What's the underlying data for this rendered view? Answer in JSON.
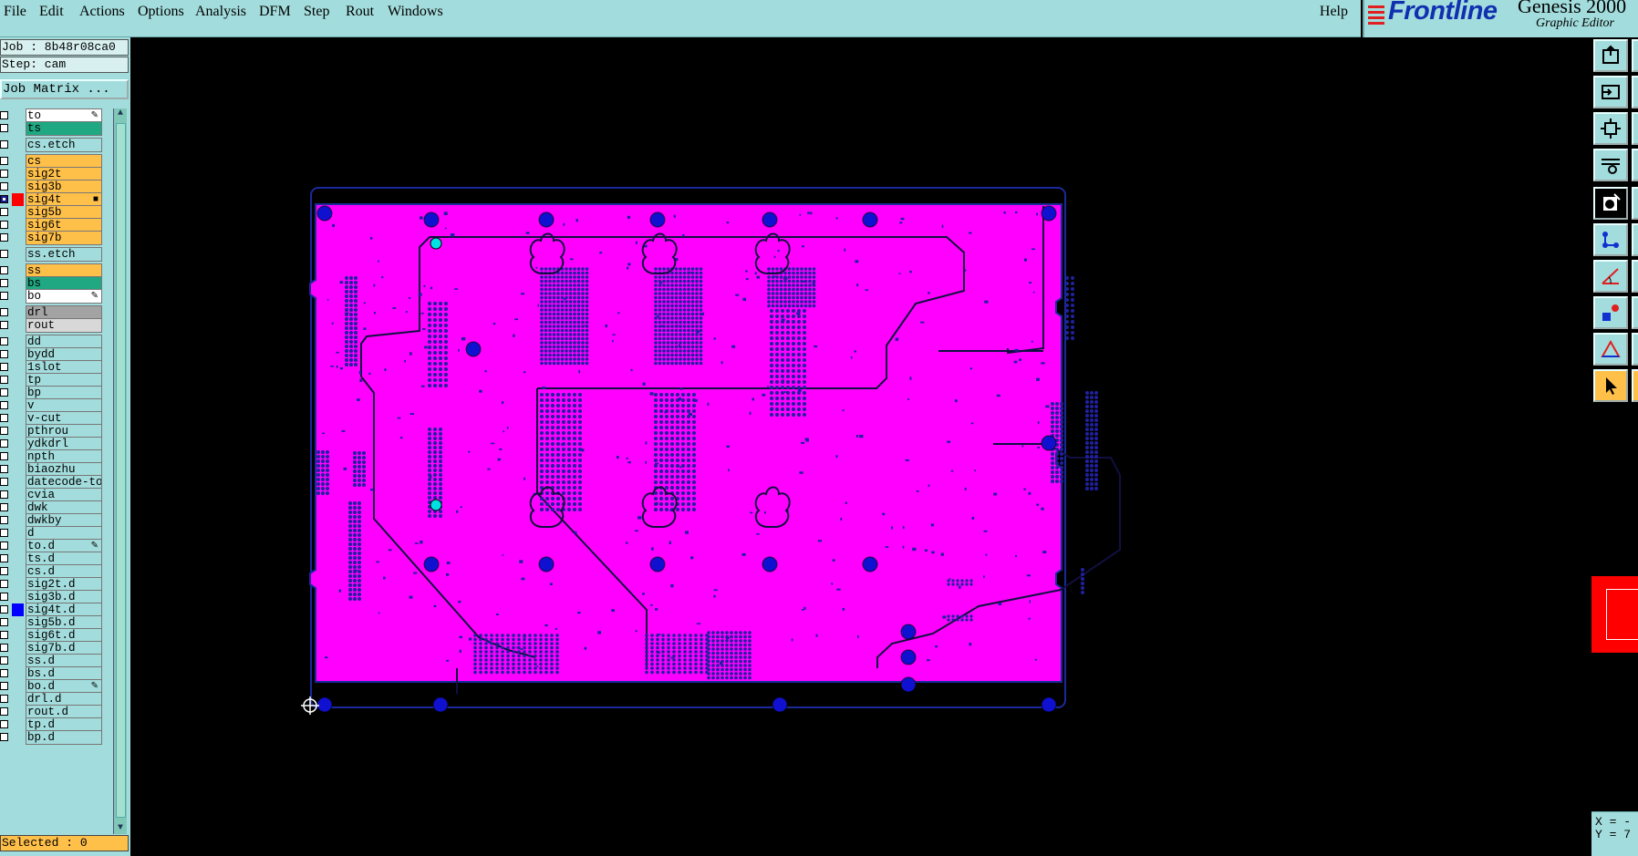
{
  "menu": {
    "items": [
      "File",
      "Edit",
      "Actions",
      "Options",
      "Analysis",
      "DFM",
      "Step",
      "Rout",
      "Windows"
    ],
    "help": "Help"
  },
  "brand": {
    "logo": "Frontline",
    "product": "Genesis 2000",
    "subtitle": "Graphic Editor"
  },
  "job": {
    "job_line": "Job : 8b48r08ca0",
    "step_line": "Step: cam",
    "matrix_button": "Job Matrix ..."
  },
  "colors": {
    "board": "#ff00ff",
    "menubar": "#a3dcdc",
    "orange": "#ffc04a",
    "teal": "#1fa882",
    "cyan": "#a3dcdc",
    "gray": "#a3a3a3",
    "white": "#ffffff",
    "pad": "#1010d0"
  },
  "layers": [
    {
      "name": "to",
      "color": "white",
      "mark": "pen"
    },
    {
      "name": "ts",
      "color": "teal",
      "mark": ""
    },
    {
      "name": "cs.etch",
      "color": "cyan",
      "mark": ""
    },
    {
      "name": "cs",
      "color": "orange",
      "mark": ""
    },
    {
      "name": "sig2t",
      "color": "orange",
      "mark": ""
    },
    {
      "name": "sig3b",
      "color": "orange",
      "mark": ""
    },
    {
      "name": "sig4t",
      "color": "orange",
      "mark": "dot",
      "swatch": "#ff0000",
      "checked": true
    },
    {
      "name": "sig5b",
      "color": "orange",
      "mark": ""
    },
    {
      "name": "sig6t",
      "color": "orange",
      "mark": ""
    },
    {
      "name": "sig7b",
      "color": "orange",
      "mark": ""
    },
    {
      "name": "ss.etch",
      "color": "cyan",
      "mark": ""
    },
    {
      "name": "ss",
      "color": "orange",
      "mark": ""
    },
    {
      "name": "bs",
      "color": "teal",
      "mark": ""
    },
    {
      "name": "bo",
      "color": "white",
      "mark": "pen"
    },
    {
      "name": "drl",
      "color": "gray",
      "mark": ""
    },
    {
      "name": "rout",
      "color": "lightgray",
      "mark": ""
    },
    {
      "name": "dd",
      "color": "cyan",
      "mark": ""
    },
    {
      "name": "bydd",
      "color": "cyan",
      "mark": ""
    },
    {
      "name": "1slot",
      "color": "cyan",
      "mark": ""
    },
    {
      "name": "tp",
      "color": "cyan",
      "mark": ""
    },
    {
      "name": "bp",
      "color": "cyan",
      "mark": ""
    },
    {
      "name": "v",
      "color": "cyan",
      "mark": ""
    },
    {
      "name": "v-cut",
      "color": "cyan",
      "mark": ""
    },
    {
      "name": "pthrou",
      "color": "cyan",
      "mark": ""
    },
    {
      "name": "ydkdrl",
      "color": "cyan",
      "mark": ""
    },
    {
      "name": "npth",
      "color": "cyan",
      "mark": ""
    },
    {
      "name": "biaozhu",
      "color": "cyan",
      "mark": ""
    },
    {
      "name": "datecode-to",
      "color": "cyan",
      "mark": ""
    },
    {
      "name": "cvia",
      "color": "cyan",
      "mark": ""
    },
    {
      "name": "dwk",
      "color": "cyan",
      "mark": ""
    },
    {
      "name": "dwkby",
      "color": "cyan",
      "mark": ""
    },
    {
      "name": "d",
      "color": "cyan",
      "mark": ""
    },
    {
      "name": "to.d",
      "color": "cyan",
      "mark": "pen"
    },
    {
      "name": "ts.d",
      "color": "cyan",
      "mark": ""
    },
    {
      "name": "cs.d",
      "color": "cyan",
      "mark": ""
    },
    {
      "name": "sig2t.d",
      "color": "cyan",
      "mark": ""
    },
    {
      "name": "sig3b.d",
      "color": "cyan",
      "mark": ""
    },
    {
      "name": "sig4t.d",
      "color": "cyan",
      "mark": "",
      "swatch": "#0000ff"
    },
    {
      "name": "sig5b.d",
      "color": "cyan",
      "mark": ""
    },
    {
      "name": "sig6t.d",
      "color": "cyan",
      "mark": ""
    },
    {
      "name": "sig7b.d",
      "color": "cyan",
      "mark": ""
    },
    {
      "name": "ss.d",
      "color": "cyan",
      "mark": ""
    },
    {
      "name": "bs.d",
      "color": "cyan",
      "mark": ""
    },
    {
      "name": "bo.d",
      "color": "cyan",
      "mark": "pen"
    },
    {
      "name": "drl.d",
      "color": "cyan",
      "mark": ""
    },
    {
      "name": "rout.d",
      "color": "cyan",
      "mark": ""
    },
    {
      "name": "tp.d",
      "color": "cyan",
      "mark": ""
    },
    {
      "name": "bp.d",
      "color": "cyan",
      "mark": ""
    }
  ],
  "status": {
    "selected": "Selected : 0"
  },
  "coords": {
    "x": "X = -",
    "y": "Y = 7"
  }
}
